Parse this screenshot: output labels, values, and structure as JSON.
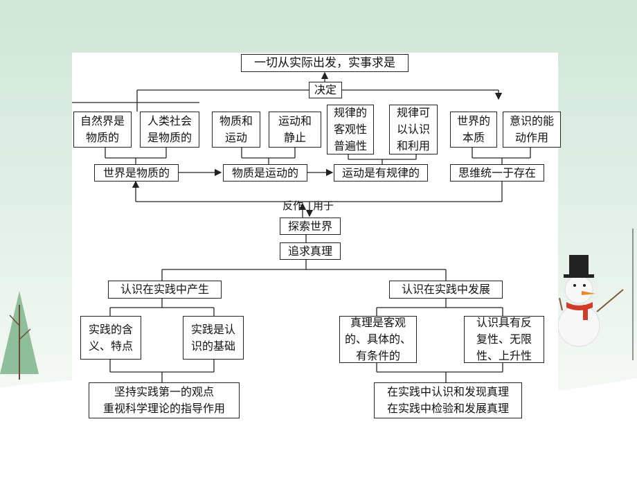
{
  "nodes": {
    "top": "一切从实际出发，实事求是",
    "decide": "决定",
    "nature": "自然界是\n物质的",
    "society": "人类社会\n是物质的",
    "matter_motion": "物质和\n运动",
    "motion_rest": "运动和\n静止",
    "law_objective": "规律的\n客观性\n普遍性",
    "law_use": "规律可\n以认识\n和利用",
    "world_essence": "世界的\n本质",
    "consciousness": "意识的能\n动作用",
    "world_material": "世界是物质的",
    "matter_moving": "物质是运动的",
    "motion_law": "运动是有规律的",
    "thinking_identity": "思维统一于存在",
    "explore": "探索世界",
    "truth": "追求真理",
    "cog_produce": "认识在实践中产生",
    "cog_develop": "认识在实践中发展",
    "practice_meaning": "实践的含\n义、特点",
    "practice_basis": "实践是认\n识的基础",
    "truth_objective": "真理是客观\n的、具体的、\n有条件的",
    "cog_repeat": "认识具有反\n复性、无限\n性、上升性",
    "practice_first": "坚持实践第一的观点\n重视科学理论的指导作用",
    "find_truth": "在实践中认识和发现真理\n在实践中检验和发展真理"
  },
  "labels": {
    "react": "反作",
    "apply": "用于"
  },
  "colors": {
    "line": "#222222",
    "tree": "#8fbf9a",
    "snowman_hat": "#222222",
    "snowman_scarf": "#d23a2a",
    "snowman_nose": "#e8892a"
  }
}
